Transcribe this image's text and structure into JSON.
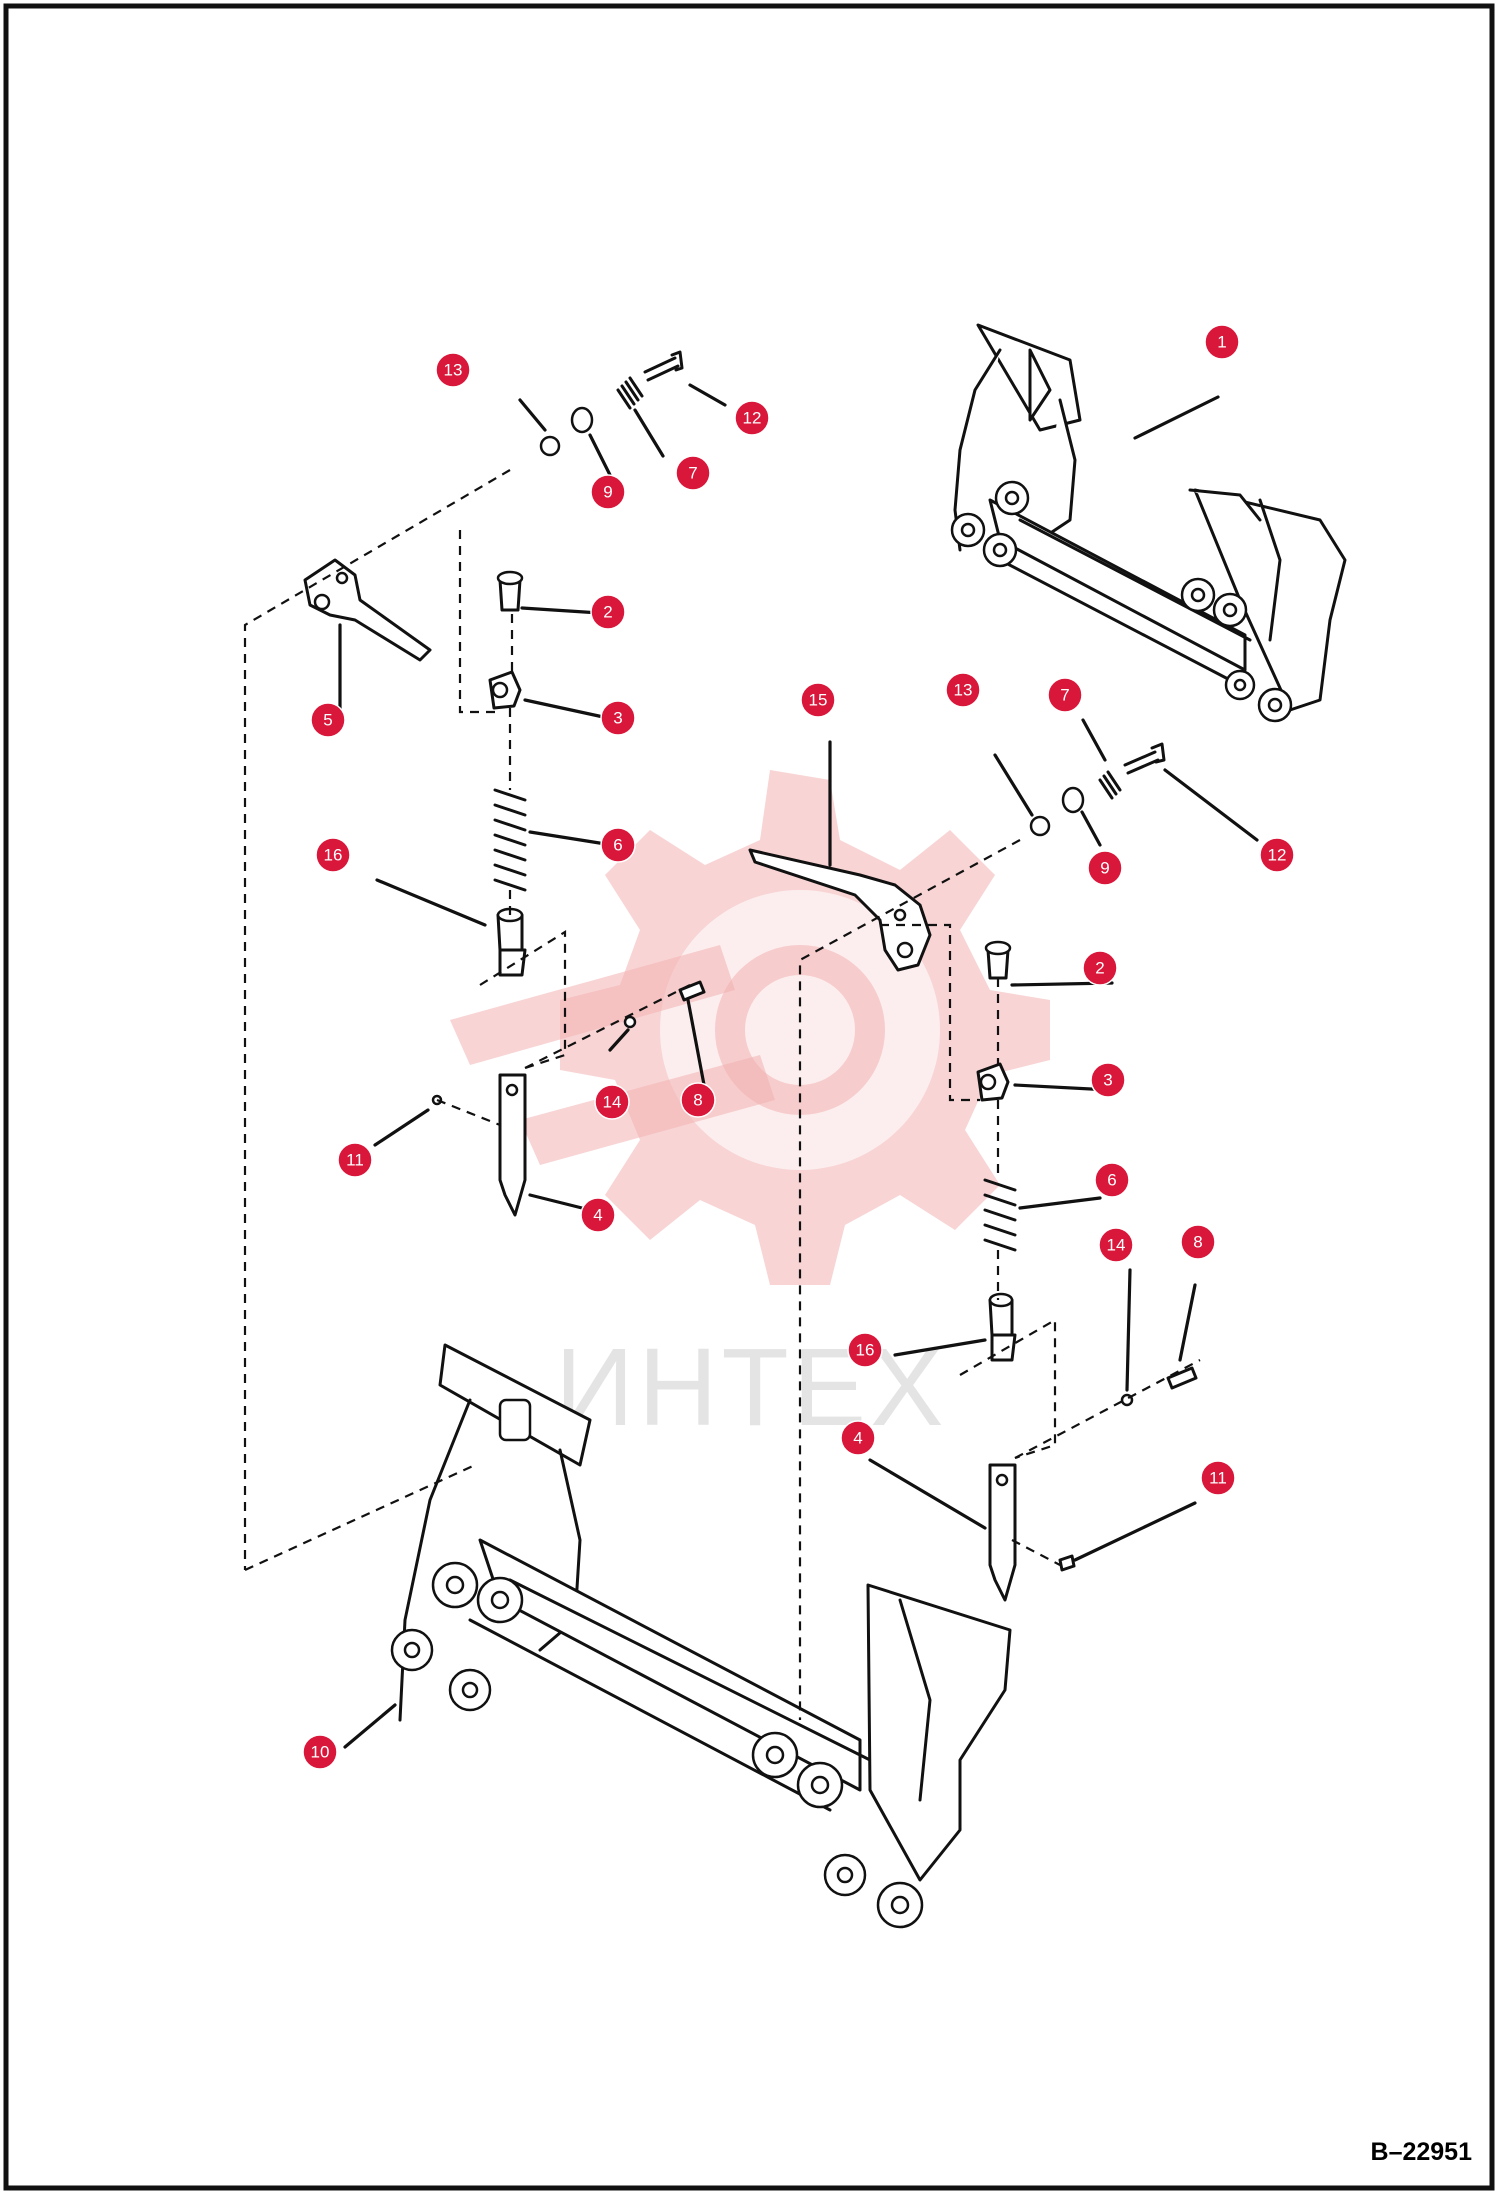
{
  "drawing_ref": "B–22951",
  "watermark_text": "ИНТЕХ",
  "callouts": [
    {
      "id": "c1",
      "label": "1"
    },
    {
      "id": "c2a",
      "label": "2"
    },
    {
      "id": "c2b",
      "label": "2"
    },
    {
      "id": "c3a",
      "label": "3"
    },
    {
      "id": "c3b",
      "label": "3"
    },
    {
      "id": "c4a",
      "label": "4"
    },
    {
      "id": "c4b",
      "label": "4"
    },
    {
      "id": "c5",
      "label": "5"
    },
    {
      "id": "c6a",
      "label": "6"
    },
    {
      "id": "c6b",
      "label": "6"
    },
    {
      "id": "c7a",
      "label": "7"
    },
    {
      "id": "c7b",
      "label": "7"
    },
    {
      "id": "c8a",
      "label": "8"
    },
    {
      "id": "c8b",
      "label": "8"
    },
    {
      "id": "c9a",
      "label": "9"
    },
    {
      "id": "c9b",
      "label": "9"
    },
    {
      "id": "c10",
      "label": "10"
    },
    {
      "id": "c11a",
      "label": "11"
    },
    {
      "id": "c11b",
      "label": "11"
    },
    {
      "id": "c12a",
      "label": "12"
    },
    {
      "id": "c12b",
      "label": "12"
    },
    {
      "id": "c13a",
      "label": "13"
    },
    {
      "id": "c13b",
      "label": "13"
    },
    {
      "id": "c14a",
      "label": "14"
    },
    {
      "id": "c14b",
      "label": "14"
    },
    {
      "id": "c15",
      "label": "15"
    },
    {
      "id": "c16a",
      "label": "16"
    },
    {
      "id": "c16b",
      "label": "16"
    }
  ],
  "colors": {
    "callout": "#d8173a",
    "watermark": "#f2b1b1",
    "line": "#111111"
  }
}
